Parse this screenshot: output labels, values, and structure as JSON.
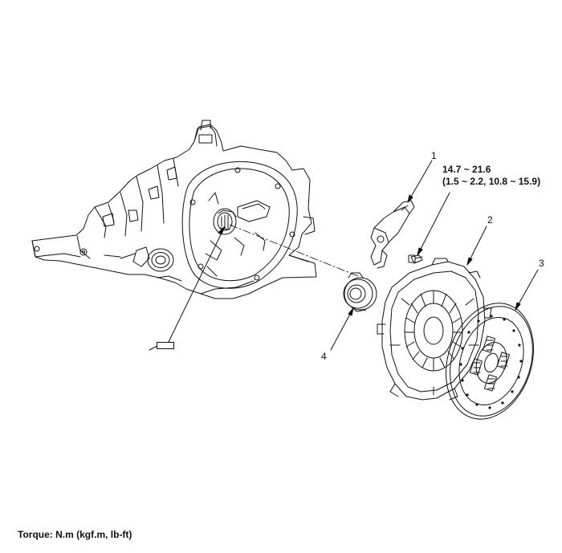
{
  "callouts": {
    "c1": "1",
    "c2": "2",
    "c3": "3",
    "c4": "4"
  },
  "torque": {
    "line1": "14.7 ~ 21.6",
    "line2": "(1.5 ~ 2.2, 10.8 ~ 15.9)"
  },
  "footer": {
    "note": "Torque: N.m (kgf.m, lb-ft)"
  },
  "colors": {
    "line": "#111111",
    "background": "#ffffff"
  }
}
